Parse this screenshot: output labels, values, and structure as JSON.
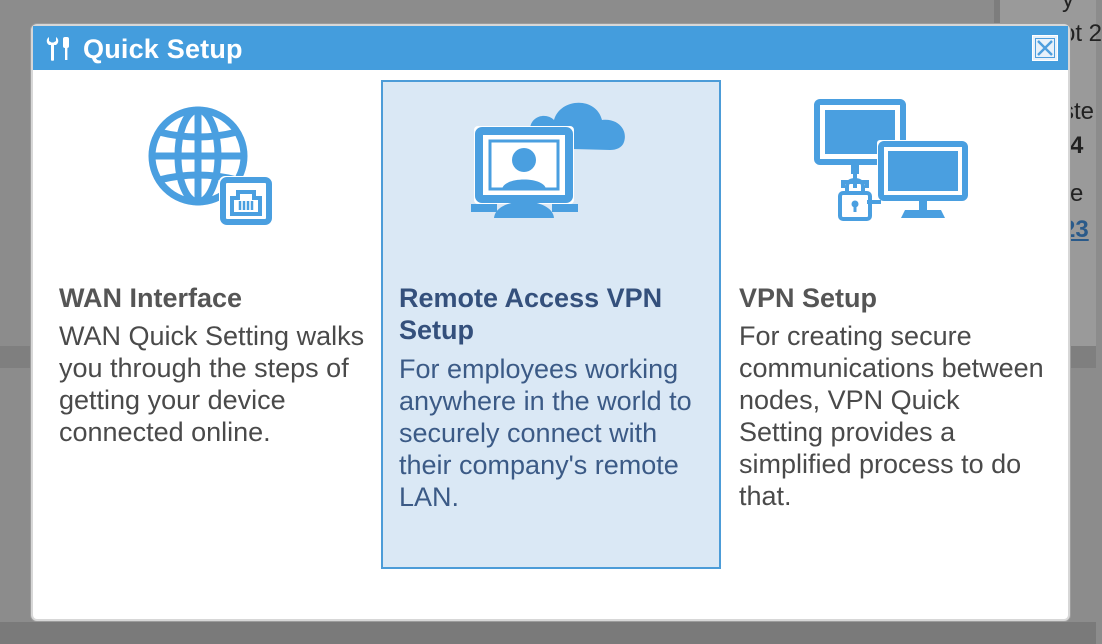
{
  "background": {
    "fragments": [
      "y",
      "ot 2",
      "ste",
      ":4",
      "re",
      "23"
    ]
  },
  "dialog": {
    "title": "Quick Setup",
    "title_icon": "tools-icon",
    "close_icon": "close-icon"
  },
  "cards": [
    {
      "title": "WAN Interface",
      "description": "WAN Quick Setting walks you through the steps of getting your device connected online.",
      "icon": "globe-ethernet-icon",
      "selected": false
    },
    {
      "title": "Remote Access VPN Setup",
      "description": "For employees working anywhere in the world to securely connect with their company's remote LAN.",
      "icon": "remote-user-cloud-icon",
      "selected": true
    },
    {
      "title": "VPN Setup",
      "description": "For creating secure communications between nodes, VPN Quick Setting provides a simplified process to do that.",
      "icon": "monitors-lock-icon",
      "selected": false
    }
  ],
  "colors": {
    "title_bar": "#449ddd",
    "icon_blue": "#4a9fe0",
    "selected_bg": "#dae8f5",
    "selected_border": "#4c9cd8",
    "selected_text": "#34507c"
  }
}
